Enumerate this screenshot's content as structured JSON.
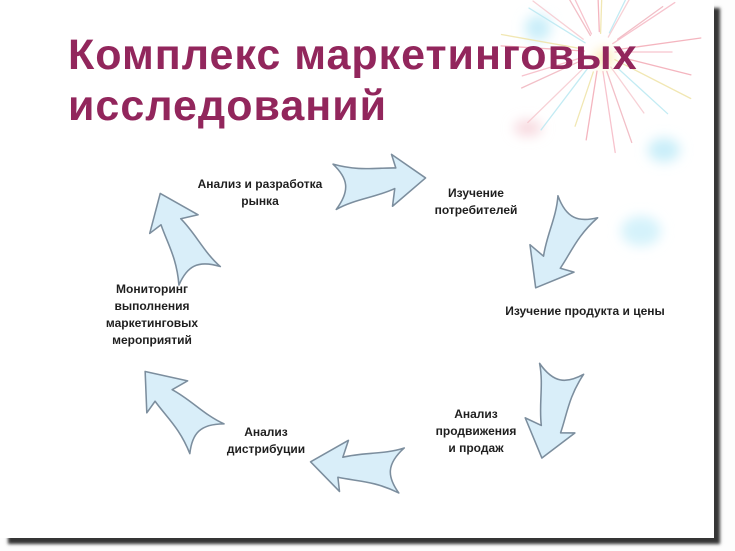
{
  "slide": {
    "title": {
      "line1": "Комплекс маркетинговых",
      "line2": "исследований",
      "color": "#92265c"
    },
    "diagram": {
      "arrow_fill": "#d9eef9",
      "arrow_stroke": "#7c8e9e",
      "label_color": "#1f1f1f",
      "nodes": [
        {
          "id": "market-analysis",
          "lines": [
            "Анализ и разработка",
            "рынка"
          ]
        },
        {
          "id": "consumer-study",
          "lines": [
            "Изучение",
            "потребителей"
          ]
        },
        {
          "id": "product-price-study",
          "lines": [
            "Изучение продукта и цены"
          ]
        },
        {
          "id": "promotion-sales-analysis",
          "lines": [
            "Анализ",
            "продвижения",
            "и продаж"
          ]
        },
        {
          "id": "distribution-analysis",
          "lines": [
            "Анализ",
            "дистрибуции"
          ]
        },
        {
          "id": "monitoring",
          "lines": [
            "Мониторинг",
            "выполнения",
            "маркетинговых",
            "мероприятий"
          ]
        }
      ],
      "arrows": [
        "arrow-market-to-consumers",
        "arrow-consumers-to-product",
        "arrow-product-to-promotion",
        "arrow-promotion-to-distribution",
        "arrow-distribution-to-monitoring",
        "arrow-monitoring-to-market"
      ]
    },
    "decoration": {
      "firework_ray_colors": [
        "#f6b9c5",
        "#f3a9b4",
        "#efe3a6",
        "#b9e8f2",
        "#f6c9cf",
        "#f0b4be"
      ],
      "blob_cyan": "#c9eef9",
      "blob_cyan_soft": "#d4f2fb",
      "blob_yellow": "#fbe9b0",
      "blob_pink": "#f7d8de"
    }
  }
}
